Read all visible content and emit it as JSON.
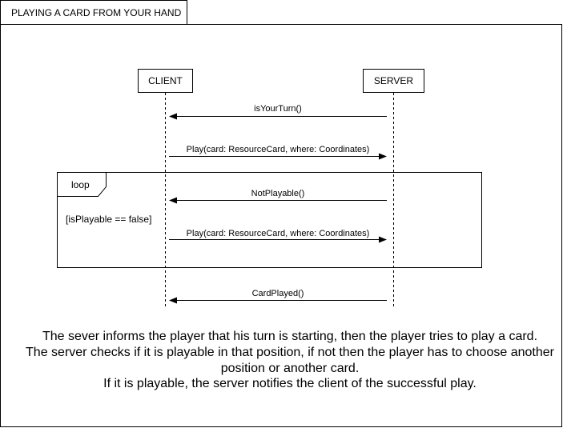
{
  "frame": {
    "title": "PLAYING A CARD FROM YOUR HAND"
  },
  "participants": {
    "client": "CLIENT",
    "server": "SERVER"
  },
  "messages": {
    "is_your_turn": "isYourTurn()",
    "play_1": "Play(card: ResourceCard, where: Coordinates)",
    "not_playable": "NotPlayable()",
    "play_2": "Play(card: ResourceCard, where: Coordinates)",
    "card_played": "CardPlayed()"
  },
  "loop": {
    "label": "loop",
    "guard": "[isPlayable == false]"
  },
  "description": {
    "line1": "The sever informs the player that his turn is starting, then the player tries to play a card.",
    "line2": "The server checks if it is playable in that position, if not then the player has to choose another",
    "line3": "position or another card.",
    "line4": "If it is playable, the server notifies the client of the successful play."
  }
}
